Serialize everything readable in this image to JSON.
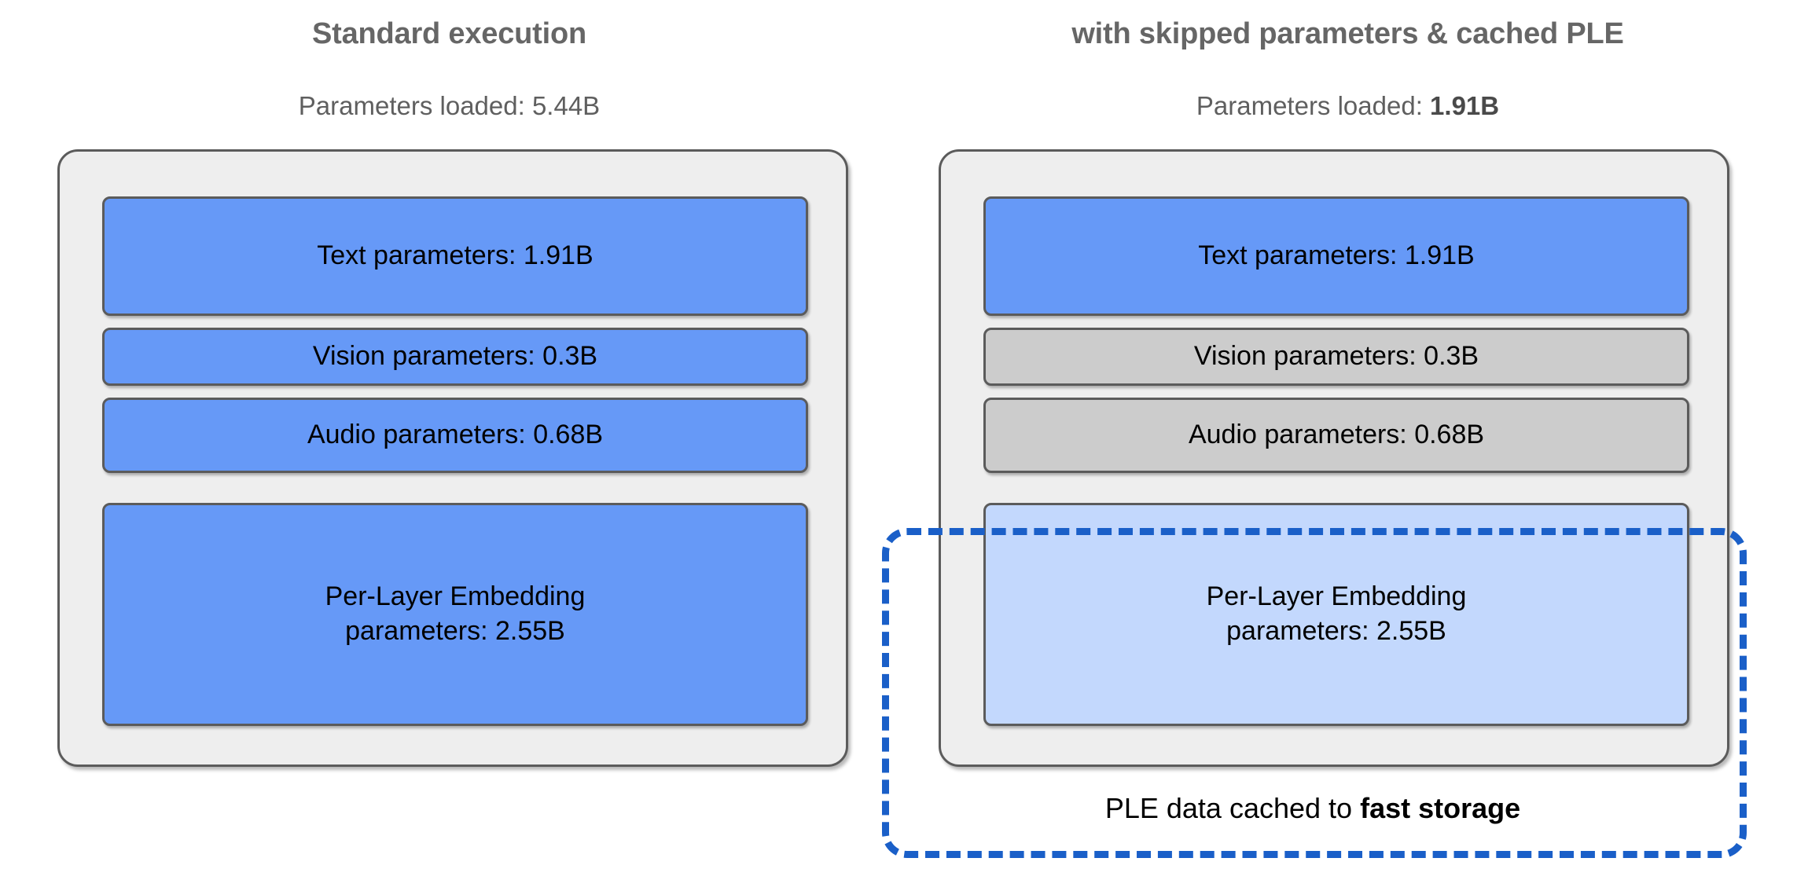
{
  "diagram": {
    "type": "comparison-diagram",
    "background": "#ffffff",
    "colors": {
      "blue_loaded": "#6699f7",
      "gray_skipped": "#cccccc",
      "blue_cached_fill": "#c3d8fd",
      "dashed_accent": "#1a5fc8",
      "panel_fill": "#eeeeee",
      "panel_border": "#5b5b5b",
      "title_text": "#666666"
    },
    "columns": [
      {
        "id": "standard",
        "title": "Standard execution",
        "subtitle_prefix": "Parameters loaded: ",
        "subtitle_value": "5.44B",
        "subtitle_value_bold": false,
        "blocks": [
          {
            "id": "text",
            "label": "Text parameters: 1.91B",
            "state": "loaded",
            "fill": "#6699f7",
            "value_b": 1.91
          },
          {
            "id": "vision",
            "label": "Vision parameters: 0.3B",
            "state": "loaded",
            "fill": "#6699f7",
            "value_b": 0.3
          },
          {
            "id": "audio",
            "label": "Audio parameters: 0.68B",
            "state": "loaded",
            "fill": "#6699f7",
            "value_b": 0.68
          },
          {
            "id": "ple",
            "label": "Per-Layer Embedding parameters: 2.55B",
            "line1": "Per-Layer Embedding",
            "line2": "parameters: 2.55B",
            "state": "loaded",
            "fill": "#6699f7",
            "value_b": 2.55
          }
        ],
        "total_loaded_b": 5.44
      },
      {
        "id": "optimized",
        "title": "with skipped parameters & cached PLE",
        "subtitle_prefix": "Parameters loaded: ",
        "subtitle_value": "1.91B",
        "subtitle_value_bold": true,
        "blocks": [
          {
            "id": "text",
            "label": "Text parameters: 1.91B",
            "state": "loaded",
            "fill": "#6699f7",
            "value_b": 1.91
          },
          {
            "id": "vision",
            "label": "Vision parameters: 0.3B",
            "state": "skipped",
            "fill": "#cccccc",
            "value_b": 0.3
          },
          {
            "id": "audio",
            "label": "Audio parameters: 0.68B",
            "state": "skipped",
            "fill": "#cccccc",
            "value_b": 0.68
          },
          {
            "id": "ple",
            "label": "Per-Layer Embedding parameters: 2.55B",
            "line1": "Per-Layer Embedding",
            "line2": "parameters: 2.55B",
            "state": "cached",
            "fill": "#c3d8fd",
            "value_b": 2.55
          }
        ],
        "total_loaded_b": 1.91,
        "callout": {
          "caption_prefix": "PLE data cached to ",
          "caption_strong": "fast storage"
        }
      }
    ]
  }
}
